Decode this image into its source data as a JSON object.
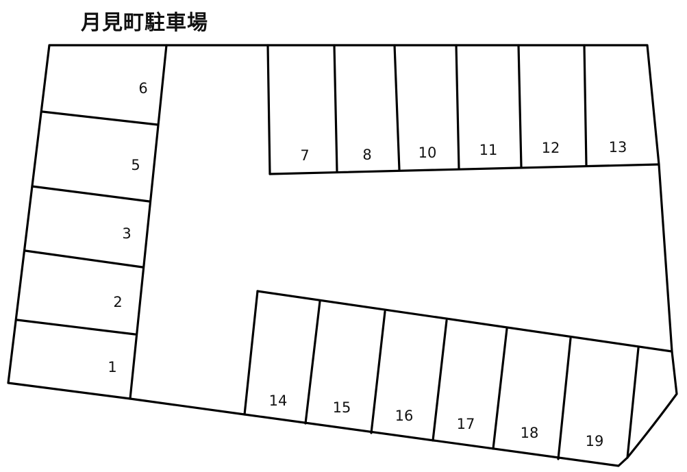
{
  "title": "月見町駐車場",
  "colors": {
    "line": "#000000",
    "background": "#ffffff",
    "text": "#111111"
  },
  "spaces": {
    "s1": "1",
    "s2": "2",
    "s3": "3",
    "s5": "5",
    "s6": "6",
    "s7": "7",
    "s8": "8",
    "s10": "10",
    "s11": "11",
    "s12": "12",
    "s13": "13",
    "s14": "14",
    "s15": "15",
    "s16": "16",
    "s17": "17",
    "s18": "18",
    "s19": "19"
  },
  "left_column": [
    "6",
    "5",
    "3",
    "2",
    "1"
  ],
  "top_row": [
    "7",
    "8",
    "10",
    "11",
    "12",
    "13"
  ],
  "bottom_row": [
    "14",
    "15",
    "16",
    "17",
    "18",
    "19"
  ]
}
